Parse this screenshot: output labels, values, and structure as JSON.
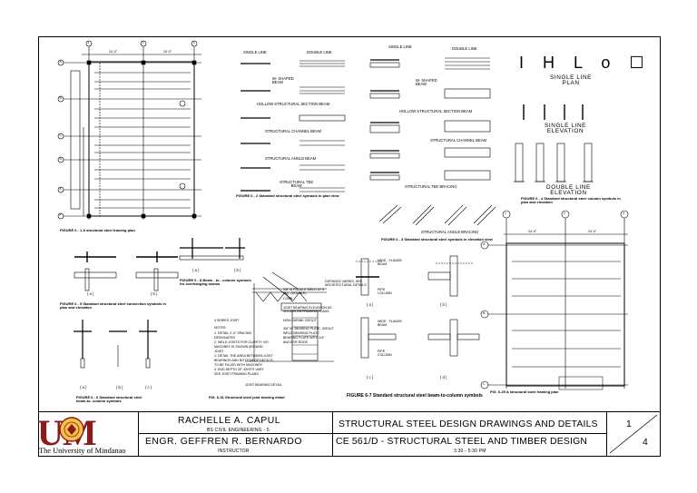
{
  "drawing": {
    "grid_labels": [
      "1",
      "2",
      "3",
      "A",
      "B",
      "C",
      "D",
      "E",
      "F",
      "G"
    ],
    "symbol_headers": {
      "single": "SINGLE LINE",
      "double": "DOUBLE LINE"
    },
    "plan_symbols": [
      {
        "label": "W- SHAPED\nBEAM"
      },
      {
        "label": "HOLLOW STRUCTURAL SECTION BEAM"
      },
      {
        "label": "STRUCTURAL CHANNEL BEAM"
      },
      {
        "label": "STRUCTURAL ANGLE BEAM"
      },
      {
        "label": "STRUCTURAL TEE\nBEAM"
      }
    ],
    "elev_symbols": [
      {
        "label": "W- SHAPED\nBEAM"
      },
      {
        "label": "HOLLOW STRUCTURAL SECTION BEAM"
      },
      {
        "label": "STRUCTURAL CHANNEL BEAM"
      },
      {
        "label": "STRUCTURAL TEE BRACING"
      },
      {
        "label": "STRUCTURAL ANGLE BRACING"
      }
    ],
    "column_icons": "I H L o ☐",
    "single_plan": "SINGLE LINE\nPLAN",
    "single_elev": "SINGLE LINE\nELEVATION",
    "double_elev": "DOUBLE LINE\nELEVATION",
    "fig_e1": "FIGURE 6 - 1 A structural steel framing plan",
    "fig_e2": "FIGURE 6 - 2 Standard structural steel symbols in plan view",
    "fig_e3": "FIGURE 6 - 3 Standard structural steel symbols in elevation view",
    "fig_e4": "FIGURE 6 - 4 Standard structural steel column symbols in plan and elevation",
    "fig_e5": "FIGURE 6 - 5 Standard structural steel connection symbols in plan and elevation",
    "fig_e6": "FIGURE 6 - 6 Standard structural steel beam-to- column symbols",
    "fig_e7": "FIGURE 6-7 Standard structural steel beam-to-column symbols",
    "fig_e8": "FIGURE 6 - 8 Beam - to - column symbols for overhanging beams",
    "fig_e9": "FIG. 6-31 Structural steel joist bearing detail",
    "fig_e10": "FIG. 6-29 A structural steel framing plan",
    "connection_labels": {
      "a": "( a )",
      "b": "( b )",
      "c": "( c )",
      "d": "( d )"
    },
    "joist_notes": [
      "DISTANCE VARIES, SEE\nARCHITECTURAL DETAILS",
      "5/8\" Ø PUDDLE WELD AT 6\"\nO.C. (DOUBLE)",
      "CONT.",
      "JOIST BEARING ELEVATION AS\nSHOWN ON FRAMING PLANS",
      "NON-SHRINK GROUT",
      "4 SERIES JOIST",
      "NOTES:",
      "1. DETAIL 2'-0\" SPACING",
      "DESIGNATED",
      "2. WELD JOISTS FOR CLARITY. NO",
      "MASONRY IS SHOWN AROUND",
      "JOIST",
      "3. DETAIL THE AREA BETWEEN JOIST",
      "BEARINGS AND BOTTOM OF DECK IS",
      "TO BE FILLED WITH MASONRY",
      "4. END DEPTH OF JOISTS VARY",
      "SEE JOIST FRAMING PLANS",
      "JOIST BEARING DETAIL",
      "3/8\" W. BEARING PLATE, GROUT",
      "WELD BEARING PLATE",
      "BEARING PLATE WITH 1/4\"",
      "ANCHOR RODS"
    ],
    "beam_col_labels": [
      "WIDE - FLANGE\nBEAM",
      "PIPE\nCOLUMN"
    ],
    "plan_dims": [
      "24'-0\"",
      "24'-0\""
    ]
  },
  "title_block": {
    "university": "The University of Mindanao",
    "logo_text": "UM",
    "author": "RACHELLE A. CAPUL",
    "program": "BS CIVIL ENGINEERING - 5",
    "instructor_name": "ENGR. GEFFREN R. BERNARDO",
    "instructor_role": "INSTRUCTOR",
    "title": "STRUCTURAL STEEL DESIGN DRAWINGS AND DETAILS",
    "course": "CE 561/D - STRUCTURAL STEEL AND TIMBER DESIGN",
    "schedule": "3:30 - 5:30 PM",
    "sheet_no": "1",
    "sheet_total": "4"
  }
}
